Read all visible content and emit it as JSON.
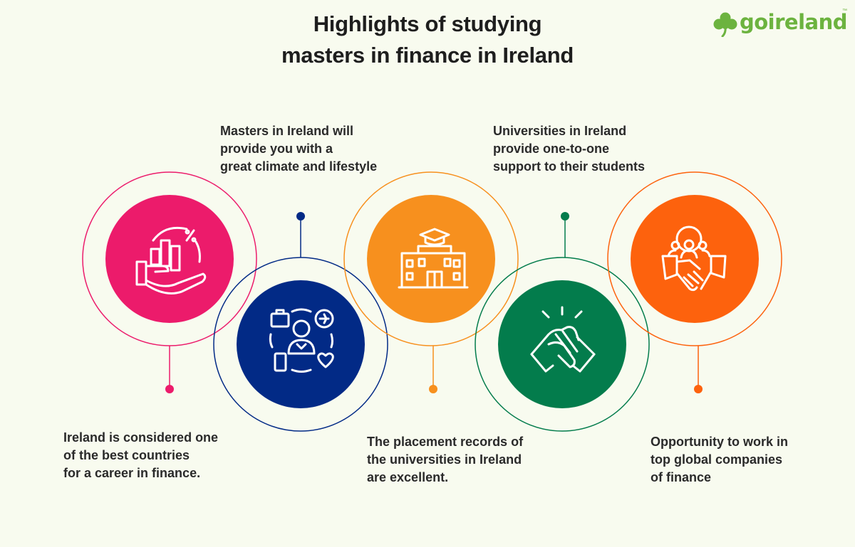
{
  "header": {
    "title_line1": "Highlights of studying",
    "title_line2": "masters in finance in Ireland"
  },
  "logo": {
    "text": "goireland",
    "tm": "™",
    "color": "#6cb33f"
  },
  "highlights": [
    {
      "icon": "hand-bar-chart-percent-icon",
      "color": "#ec1b6b",
      "lines": [
        "Ireland is considered one",
        "of the best countries",
        "for a career in finance."
      ]
    },
    {
      "icon": "lifestyle-person-icon",
      "color": "#022a86",
      "lines": [
        "Masters in Ireland will",
        "provide you with a",
        "great climate and lifestyle"
      ]
    },
    {
      "icon": "university-building-icon",
      "color": "#f7901e",
      "lines": [
        "The placement records of",
        "the universities in Ireland",
        "are excellent."
      ]
    },
    {
      "icon": "clasped-hands-support-icon",
      "color": "#037c4c",
      "lines": [
        "Universities in Ireland",
        "provide one-to-one",
        "support to their students"
      ]
    },
    {
      "icon": "handshake-team-gear-icon",
      "color": "#fd620d",
      "lines": [
        "Opportunity to work in",
        "top global companies",
        "of finance"
      ]
    }
  ]
}
